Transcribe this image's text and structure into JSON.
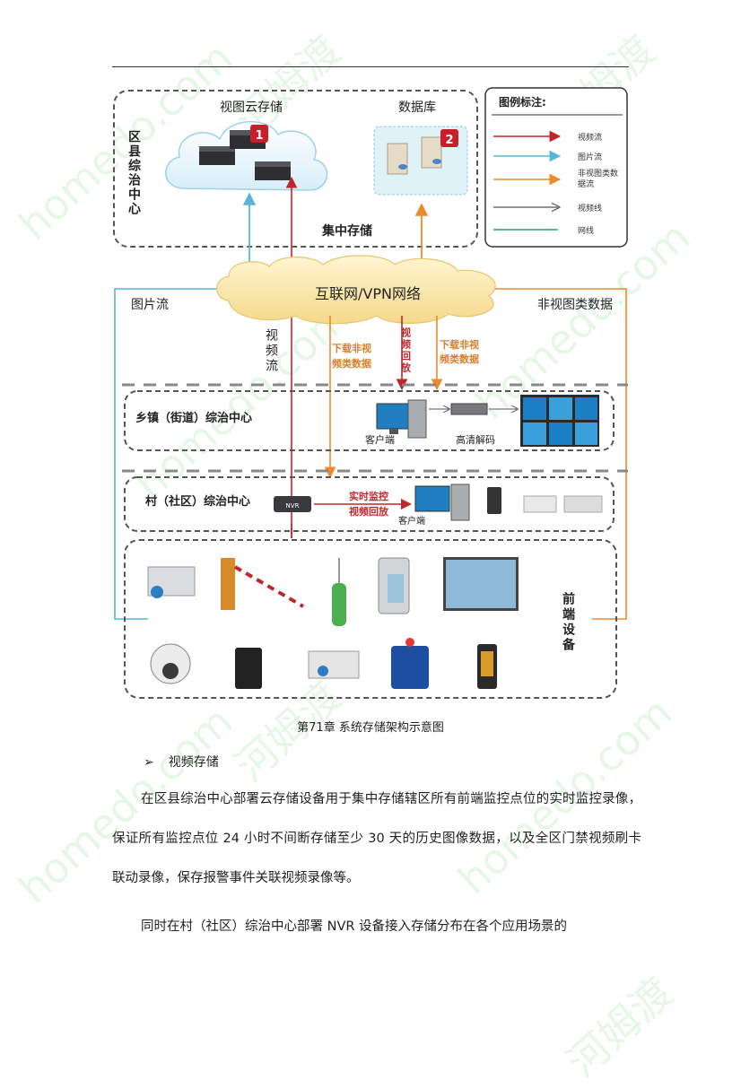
{
  "diagram": {
    "county_center": "区县综治中心",
    "cloud_storage": "视图云存储",
    "database": "数据库",
    "central_storage": "集中存储",
    "badge1": "1",
    "badge2": "2",
    "legend": {
      "title": "图例标注:",
      "items": [
        "视频流",
        "图片流",
        "非视图类数据流",
        "视频线",
        "网线"
      ],
      "colors": [
        "#c0272d",
        "#5ab4d6",
        "#ec8a2c",
        "#555555",
        "#2e9e6a"
      ]
    },
    "network": "互联网/VPN网络",
    "image_flow": "图片流",
    "non_video_data": "非视图类数据",
    "video_flow": "视频流",
    "download_non_video_1": "下载非视频类数据",
    "video_playback": "视频回放",
    "download_non_video_2": "下载非视频类数据",
    "township_center": "乡镇（街道）综治中心",
    "client_township": "客户端",
    "hd_decode": "高清解码",
    "village_center": "村（社区）综治中心",
    "nvr": "NVR",
    "realtime_monitor": "实时监控",
    "video_playback_2": "视频回放",
    "client_village": "客户端",
    "frontend": "前端设备"
  },
  "caption": "第71章  系统存储架构示意图",
  "bullet_symbol": "➢",
  "section_title": "视频存储",
  "paragraph1": "在区县综治中心部署云存储设备用于集中存储辖区所有前端监控点位的实时监控录像，保证所有监控点位 24 小时不间断存储至少 30 天的历史图像数据，以及全区门禁视频刷卡联动录像，保存报警事件关联视频录像等。",
  "paragraph2": "同时在村（社区）综治中心部署 NVR 设备接入存储分布在各个应用场景的",
  "watermark": [
    "homedo.com",
    "河姆渡"
  ]
}
